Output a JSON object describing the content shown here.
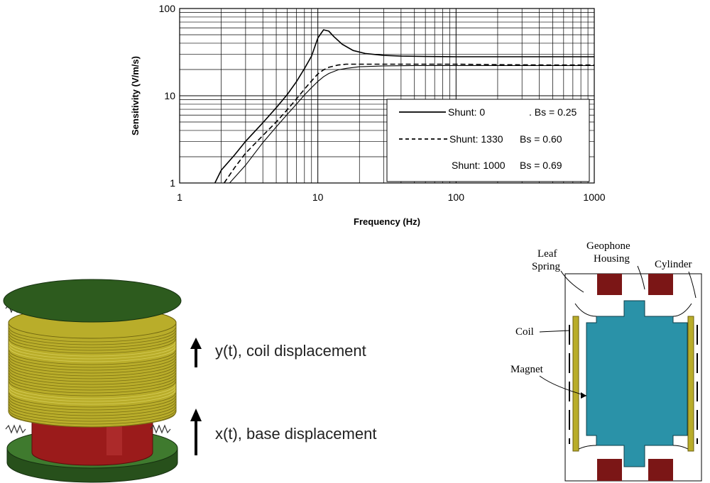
{
  "chart_data": {
    "type": "line",
    "xscale": "log",
    "yscale": "log",
    "xlim": [
      1,
      1000
    ],
    "ylim": [
      1,
      100
    ],
    "xlabel": "Frequency (Hz)",
    "ylabel": "Sensitivity (V/m/s)",
    "x_ticks": [
      "1",
      "10",
      "100",
      "1000"
    ],
    "y_ticks": [
      "1",
      "10",
      "100"
    ],
    "grid": true,
    "legend_position": "bottom-right",
    "series": [
      {
        "name": "Shunt: 0",
        "bs": ". Bs =  0.25",
        "style": "solid",
        "x": [
          1.8,
          2,
          2.5,
          3,
          4,
          5,
          6,
          7,
          8,
          9,
          10,
          11,
          12,
          13,
          15,
          18,
          22,
          30,
          40,
          60,
          100,
          200,
          500,
          1000
        ],
        "y": [
          1.0,
          1.4,
          2.1,
          3.0,
          4.9,
          7.3,
          10.3,
          14.5,
          20.5,
          28.5,
          46,
          57,
          55,
          48,
          39,
          33,
          30.5,
          29,
          28.5,
          28.2,
          28,
          28,
          28,
          28
        ]
      },
      {
        "name": "Shunt: 1330",
        "bs": "Bs =  0.60",
        "style": "dashed",
        "x": [
          2.1,
          2.5,
          3,
          4,
          5,
          6,
          7,
          8,
          9,
          10,
          11,
          12,
          14,
          16,
          20,
          30,
          50,
          100,
          200,
          500,
          1000
        ],
        "y": [
          1.0,
          1.5,
          2.2,
          3.5,
          5.0,
          6.9,
          9.2,
          11.9,
          14.8,
          17.8,
          19.8,
          21.2,
          22.5,
          23,
          23,
          23,
          23,
          23,
          22.7,
          22.5,
          22.5
        ]
      },
      {
        "name": "Shunt: 1000",
        "bs": "Bs =  0.69",
        "style": "solid-thin",
        "x": [
          2.3,
          3,
          4,
          5,
          6,
          7,
          8,
          9,
          10,
          11,
          12,
          14,
          16,
          20,
          30,
          50,
          100,
          200,
          500,
          1000
        ],
        "y": [
          1.0,
          1.6,
          2.9,
          4.4,
          6.1,
          8.0,
          10.2,
          12.4,
          14.6,
          16.5,
          18,
          19.8,
          20.6,
          21.5,
          22,
          22.2,
          22.2,
          22.2,
          22.2,
          22.2
        ]
      }
    ]
  },
  "arrows": {
    "coil": "y(t), coil displacement",
    "base": "x(t), base displacement"
  },
  "section": {
    "leaf_spring": [
      "Leaf",
      "Spring"
    ],
    "geophone_housing": [
      "Geophone",
      "Housing"
    ],
    "cylinder": "Cylinder",
    "coil": "Coil",
    "magnet": "Magnet"
  },
  "colors": {
    "coil": "#b9ad2a",
    "magnet_core": "#9b1b1b",
    "base": "#2f5a22",
    "cap": "#2d5b1e",
    "housing_magnet": "#2a92a8",
    "pole": "#7b1616"
  }
}
